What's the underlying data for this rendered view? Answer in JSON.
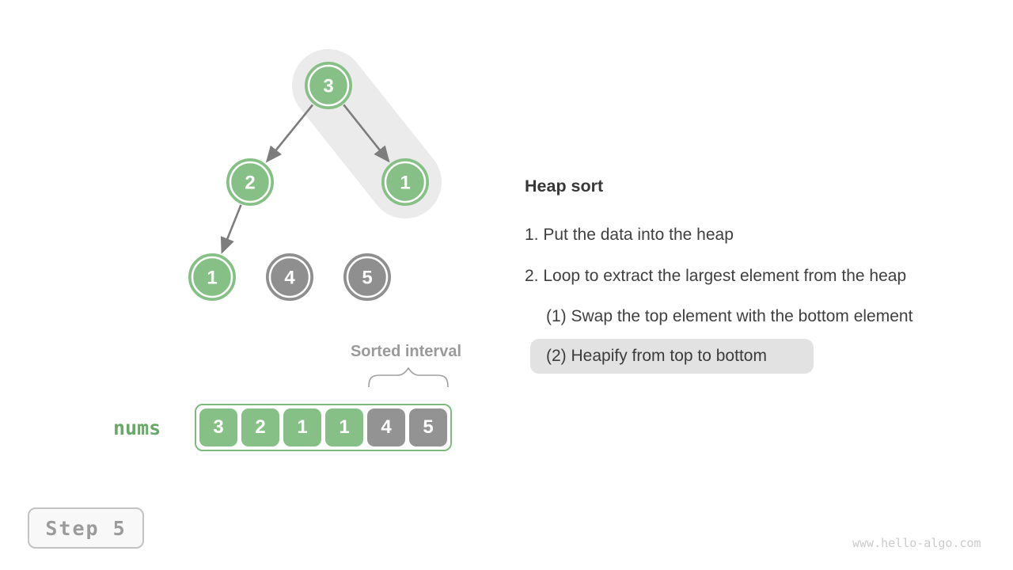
{
  "colors": {
    "node_green": "#87c087",
    "node_gray": "#8f8f8f",
    "array_border_green": "#7dbb7d",
    "nums_label_green": "#68a968",
    "arrow_gray": "#7d7d7d",
    "highlight_capsule": "#ebebeb",
    "pill_background": "#e2e2e2",
    "text_dark": "#3f3f3f",
    "muted_gray": "#9a9a9a"
  },
  "tree": {
    "nodes": [
      {
        "value": "3",
        "state": "green"
      },
      {
        "value": "2",
        "state": "green"
      },
      {
        "value": "1",
        "state": "green"
      },
      {
        "value": "1",
        "state": "green"
      },
      {
        "value": "4",
        "state": "gray"
      },
      {
        "value": "5",
        "state": "gray"
      }
    ]
  },
  "panel": {
    "title": "Heap sort",
    "items": [
      "1. Put the data into the heap",
      "2. Loop to extract the largest element from the heap",
      "(1) Swap the top element with the bottom element",
      "(2) Heapify from top to bottom"
    ]
  },
  "array": {
    "label": "nums",
    "sorted_interval_label": "Sorted interval",
    "cells": [
      {
        "value": "3",
        "state": "green"
      },
      {
        "value": "2",
        "state": "green"
      },
      {
        "value": "1",
        "state": "green"
      },
      {
        "value": "1",
        "state": "green"
      },
      {
        "value": "4",
        "state": "gray"
      },
      {
        "value": "5",
        "state": "gray"
      }
    ]
  },
  "step_badge": {
    "label": "Step 5"
  },
  "watermark": "www.hello-algo.com"
}
